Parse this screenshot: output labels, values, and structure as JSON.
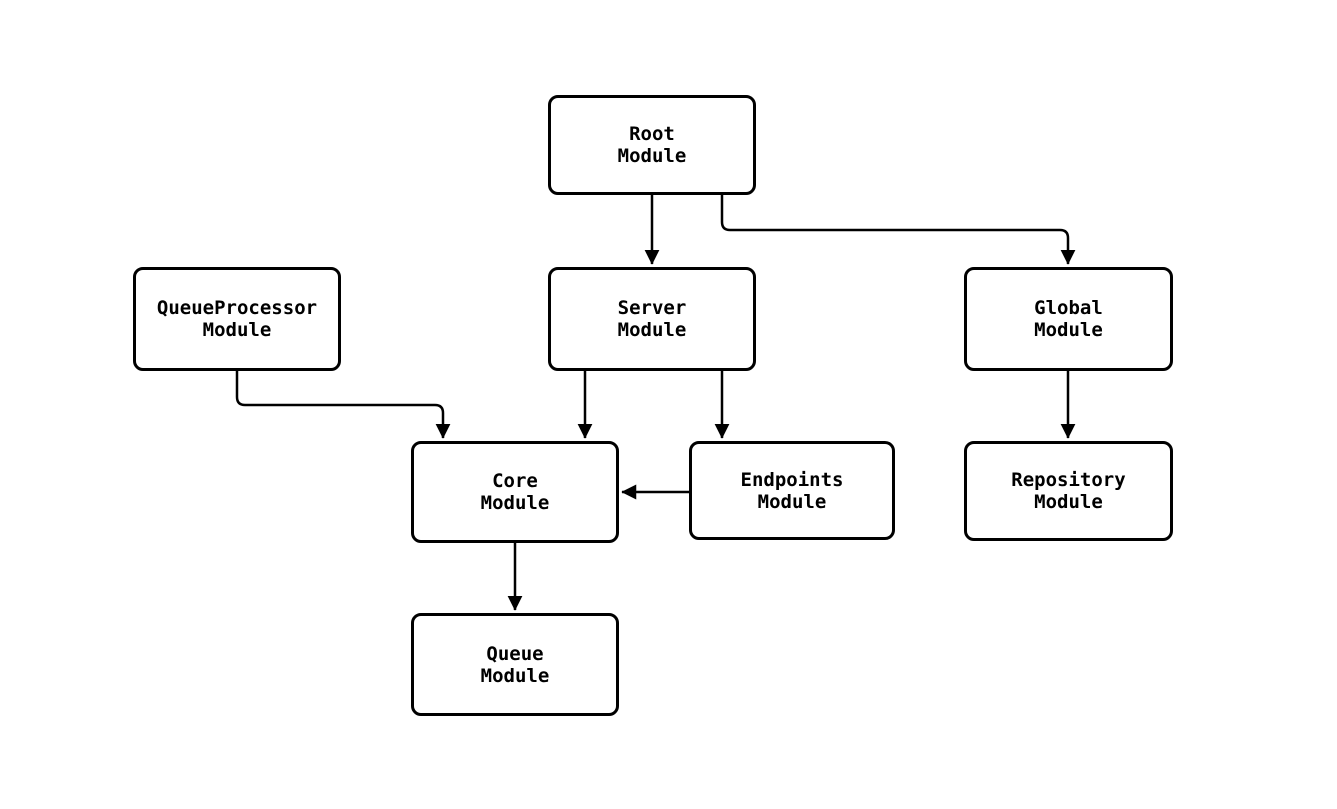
{
  "diagram": {
    "type": "flowchart",
    "background_color": "#ffffff",
    "node_fill_color": "#ffffff",
    "node_border_color": "#000000",
    "edge_color": "#000000",
    "text_color": "#000000",
    "nodes": [
      {
        "id": "root-module",
        "label_line1": "Root",
        "label_line2": "Module"
      },
      {
        "id": "queueprocessor-module",
        "label_line1": "QueueProcessor",
        "label_line2": "Module"
      },
      {
        "id": "server-module",
        "label_line1": "Server",
        "label_line2": "Module"
      },
      {
        "id": "global-module",
        "label_line1": "Global",
        "label_line2": "Module"
      },
      {
        "id": "core-module",
        "label_line1": "Core",
        "label_line2": "Module"
      },
      {
        "id": "endpoints-module",
        "label_line1": "Endpoints",
        "label_line2": "Module"
      },
      {
        "id": "repository-module",
        "label_line1": "Repository",
        "label_line2": "Module"
      },
      {
        "id": "queue-module",
        "label_line1": "Queue",
        "label_line2": "Module"
      }
    ],
    "edges": [
      {
        "from": "Root Module",
        "to": "Server Module"
      },
      {
        "from": "Root Module",
        "to": "Global Module"
      },
      {
        "from": "QueueProcessor Module",
        "to": "Core Module"
      },
      {
        "from": "Server Module",
        "to": "Core Module"
      },
      {
        "from": "Server Module",
        "to": "Endpoints Module"
      },
      {
        "from": "Endpoints Module",
        "to": "Core Module"
      },
      {
        "from": "Global Module",
        "to": "Repository Module"
      },
      {
        "from": "Core Module",
        "to": "Queue Module"
      }
    ]
  }
}
